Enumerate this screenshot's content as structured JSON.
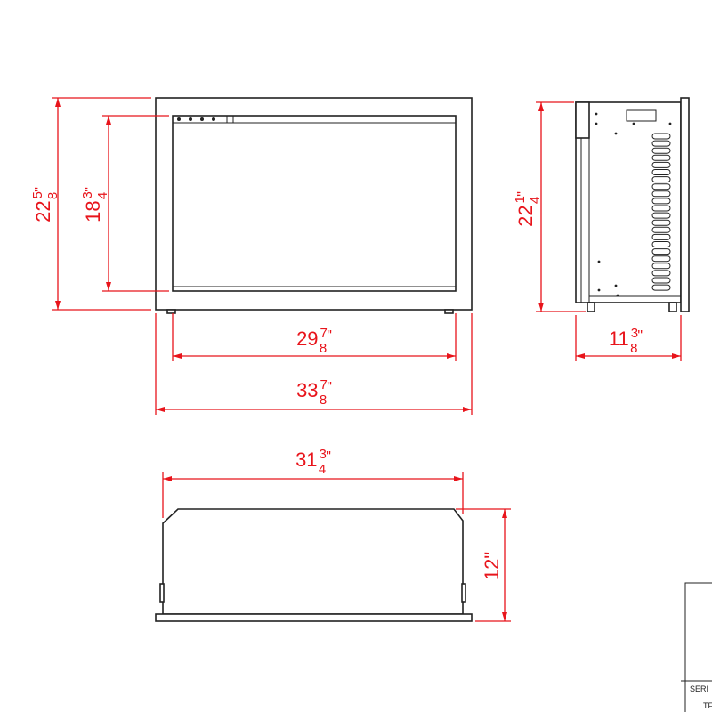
{
  "colors": {
    "dimension": "#e8141b",
    "outline": "#222222"
  },
  "dimensions": {
    "front_height": {
      "whole": "22",
      "num": "5",
      "den": "8",
      "unit": "\""
    },
    "front_opening_height": {
      "whole": "18",
      "num": "3",
      "den": "4",
      "unit": "\""
    },
    "front_opening_width": {
      "whole": "29",
      "num": "7",
      "den": "8",
      "unit": "\""
    },
    "front_width": {
      "whole": "33",
      "num": "7",
      "den": "8",
      "unit": "\""
    },
    "side_height": {
      "whole": "22",
      "num": "1",
      "den": "4",
      "unit": "\""
    },
    "side_depth": {
      "whole": "11",
      "num": "3",
      "den": "8",
      "unit": "\""
    },
    "top_width": {
      "whole": "31",
      "num": "3",
      "den": "4",
      "unit": "\""
    },
    "top_depth": {
      "text": "12\""
    }
  },
  "title_block": {
    "row1": "SERI",
    "row2": "TF"
  }
}
